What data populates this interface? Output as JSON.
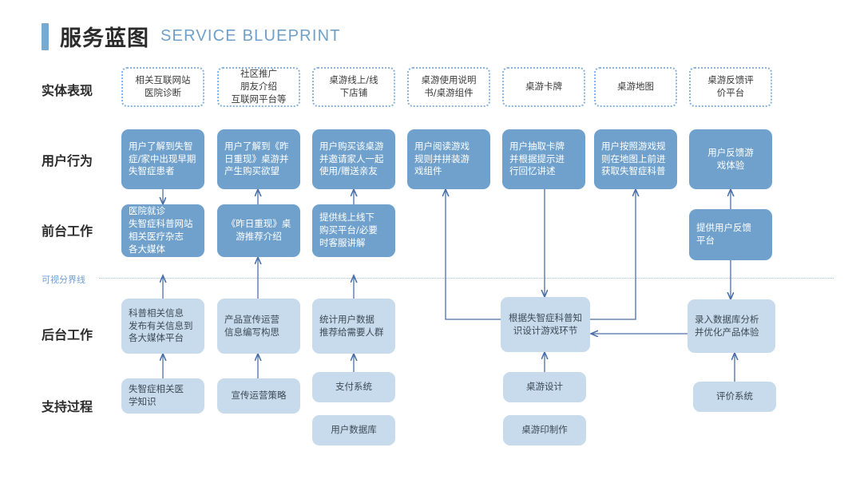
{
  "header": {
    "title_cn": "服务蓝图",
    "title_en": "SERVICE BLUEPRINT",
    "accent_color": "#7aa9d0"
  },
  "colors": {
    "dark_box": "#6fa1cc",
    "light_box": "#c7dbec",
    "dashed_border": "#8ab4db",
    "connector": "#4a6fa8",
    "divider": "#9fc3e2",
    "title_en": "#6fa0c9"
  },
  "rows": {
    "evidence": "实体表现",
    "user_actions": "用户行为",
    "frontstage": "前台工作",
    "divider": "可视分界线",
    "backstage": "后台工作",
    "support": "支持过程"
  },
  "evidence_boxes": [
    {
      "text": "相关互联网站\n医院诊断"
    },
    {
      "text": "社区推广\n朋友介绍\n互联网平台等"
    },
    {
      "text": "桌游线上/线\n下店铺"
    },
    {
      "text": "桌游使用说明\n书/桌游组件"
    },
    {
      "text": "桌游卡牌"
    },
    {
      "text": "桌游地图"
    },
    {
      "text": "桌游反馈评\n价平台"
    }
  ],
  "user_action_boxes": [
    {
      "text": "用户了解到失智\n症/家中出现早期\n失智症患者"
    },
    {
      "text": "用户了解到《昨\n日重现》桌游并\n产生购买欲望"
    },
    {
      "text": "用户购买该桌游\n并邀请家人一起\n使用/赠送亲友"
    },
    {
      "text": "用户阅读游戏\n规则并拼装游\n戏组件"
    },
    {
      "text": "用户抽取卡牌\n并根据提示进\n行回忆讲述"
    },
    {
      "text": "用户按照游戏规\n则在地图上前进\n获取失智症科普"
    },
    {
      "text": "用户反馈游\n戏体验"
    }
  ],
  "frontstage_boxes": [
    {
      "text": "医院就诊\n失智症科普网站\n相关医疗杂志\n各大媒体"
    },
    {
      "text": "《昨日重现》桌\n游推荐介绍"
    },
    {
      "text": "提供线上线下\n购买平台/必要\n时客服讲解"
    },
    {
      "text": "提供用户反馈\n平台"
    }
  ],
  "backstage_boxes": [
    {
      "text": "科普相关信息\n发布有关信息到\n各大媒体平台"
    },
    {
      "text": "产品宣传运营\n信息编写构思"
    },
    {
      "text": "统计用户数据\n推荐给需要人群"
    },
    {
      "text": "根据失智症科普知\n识设计游戏环节"
    },
    {
      "text": "录入数据库分析\n并优化产品体验"
    }
  ],
  "support_boxes": [
    {
      "text": "失智症相关医\n学知识"
    },
    {
      "text": "宣传运营策略"
    },
    {
      "text": "支付系统"
    },
    {
      "text": "用户数据库"
    },
    {
      "text": "桌游设计"
    },
    {
      "text": "桌游印制作"
    },
    {
      "text": "评价系统"
    }
  ]
}
